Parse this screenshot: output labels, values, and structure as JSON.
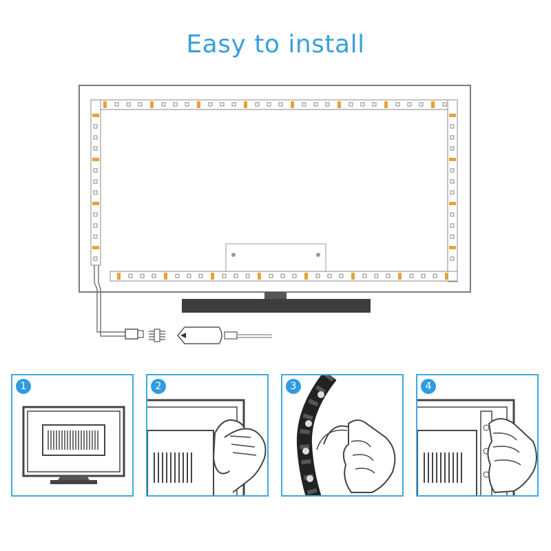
{
  "title": "Easy to install",
  "steps": [
    {
      "number": "1"
    },
    {
      "number": "2"
    },
    {
      "number": "3"
    },
    {
      "number": "4"
    }
  ],
  "colors": {
    "title": "#3a9fdc",
    "panel_border": "#3fa8e0",
    "badge": "#2f9be0",
    "line": "#555555",
    "pad_orange": "#e8a23a"
  },
  "icons": [
    "tv-with-led-strip",
    "connector-plug",
    "usb-controller",
    "tv-icon",
    "wiping-hand",
    "peeling-hand",
    "pressing-hand"
  ]
}
